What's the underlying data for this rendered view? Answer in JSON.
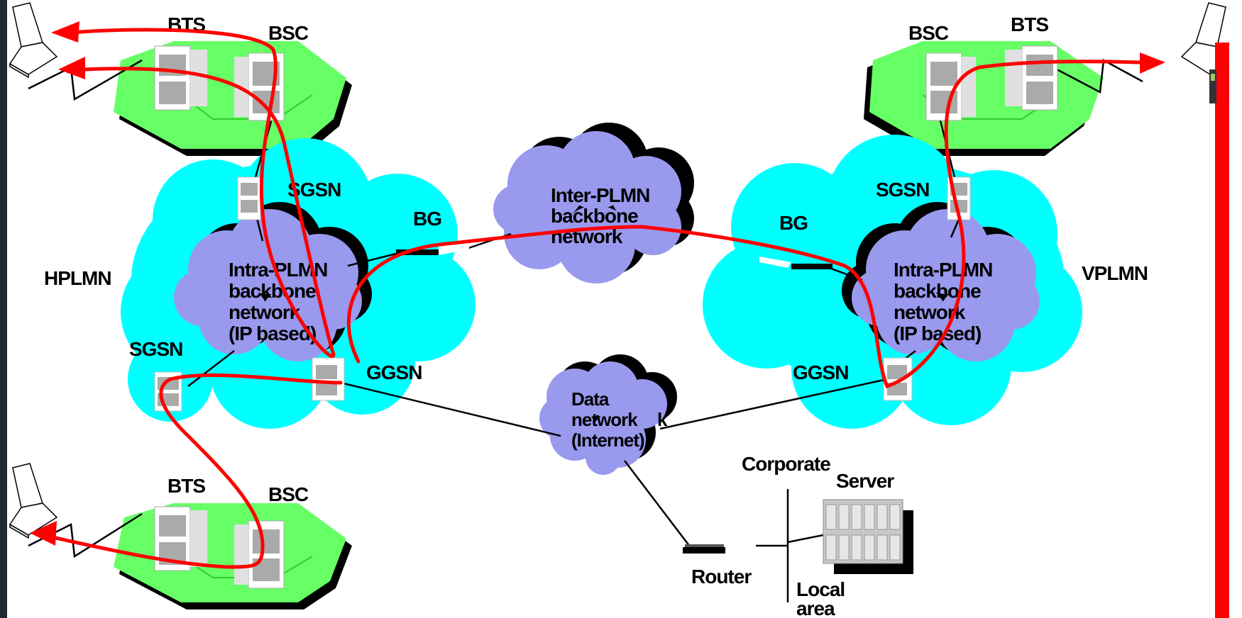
{
  "colors": {
    "cell": "#66ff66",
    "plmn_cloud": "#00ffff",
    "backbone_cloud": "#9999ee",
    "route": "#ff0000",
    "server": "#c8c8c8",
    "frame": "#1c2832"
  },
  "icons": {
    "laptop": "laptop-icon",
    "bts": "bts-tower-icon",
    "bsc": "bsc-cabinet-icon",
    "sgsn": "sgsn-node-icon",
    "ggsn": "ggsn-node-icon",
    "bg": "border-gateway-icon",
    "router": "router-icon",
    "server": "server-rack-icon",
    "phone": "mobile-phone-icon"
  },
  "labels": {
    "top_left": {
      "bts": "BTS",
      "bsc": "BSC"
    },
    "bottom_left": {
      "bts": "BTS",
      "bsc": "BSC"
    },
    "top_right": {
      "bts": "BTS",
      "bsc": "BSC"
    },
    "hplmn": {
      "name": "HPLMN",
      "sgsn_top": "SGSN",
      "sgsn_bottom": "SGSN",
      "bg": "BG",
      "ggsn": "GGSN",
      "backbone_lines": [
        "Intra-PLMN",
        "backbone",
        "network",
        "(IP based)"
      ]
    },
    "vplmn": {
      "name": "VPLMN",
      "sgsn": "SGSN",
      "bg": "BG",
      "ggsn": "GGSN",
      "backbone_lines": [
        "Intra-PLMN",
        "backbone",
        "network",
        "(IP based)"
      ]
    },
    "inter_plmn": {
      "lines": [
        "Inter-PLMN",
        "backbone",
        "network"
      ],
      "clipped": "k"
    },
    "data_network": {
      "lines": [
        "Data",
        "network",
        "(Internet)"
      ],
      "clipped": "k"
    },
    "corporate": {
      "corporate": "Corporate",
      "server": "Server",
      "router": "Router",
      "lan_lines": [
        "Local",
        "area"
      ]
    }
  }
}
